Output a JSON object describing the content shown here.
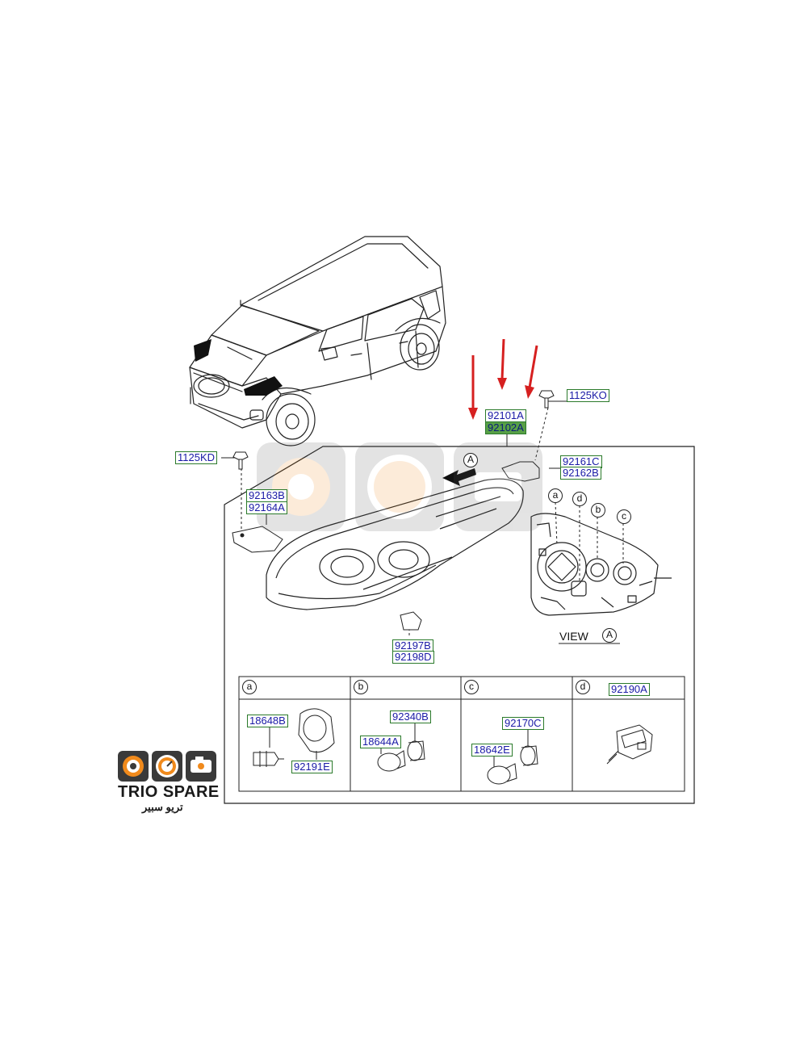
{
  "parts": {
    "p1125ko": "1125KO",
    "p92101a": "92101A",
    "p92102a": "92102A",
    "p1125kd": "1125KD",
    "p92161c": "92161C",
    "p92162b": "92162B",
    "p92163b": "92163B",
    "p92164a": "92164A",
    "p92197b": "92197B",
    "p92198d": "92198D",
    "p18648b": "18648B",
    "p92191e": "92191E",
    "p92340b": "92340B",
    "p18644a": "18644A",
    "p92170c": "92170C",
    "p18642e": "18642E",
    "p92190a": "92190A"
  },
  "markers": {
    "view_ref": "A",
    "a": "a",
    "b": "b",
    "c": "c",
    "d": "d"
  },
  "view": {
    "word": "VIEW",
    "ref": "A"
  },
  "logo": {
    "brand": "TRIO SPARE",
    "arabic": "تريو سبير"
  },
  "colors": {
    "label_text": "#1a1aa6",
    "label_border": "#2b7a2b",
    "highlight": "#58a046",
    "arrow_red": "#d62020",
    "logo_orange": "#f08a1c"
  }
}
